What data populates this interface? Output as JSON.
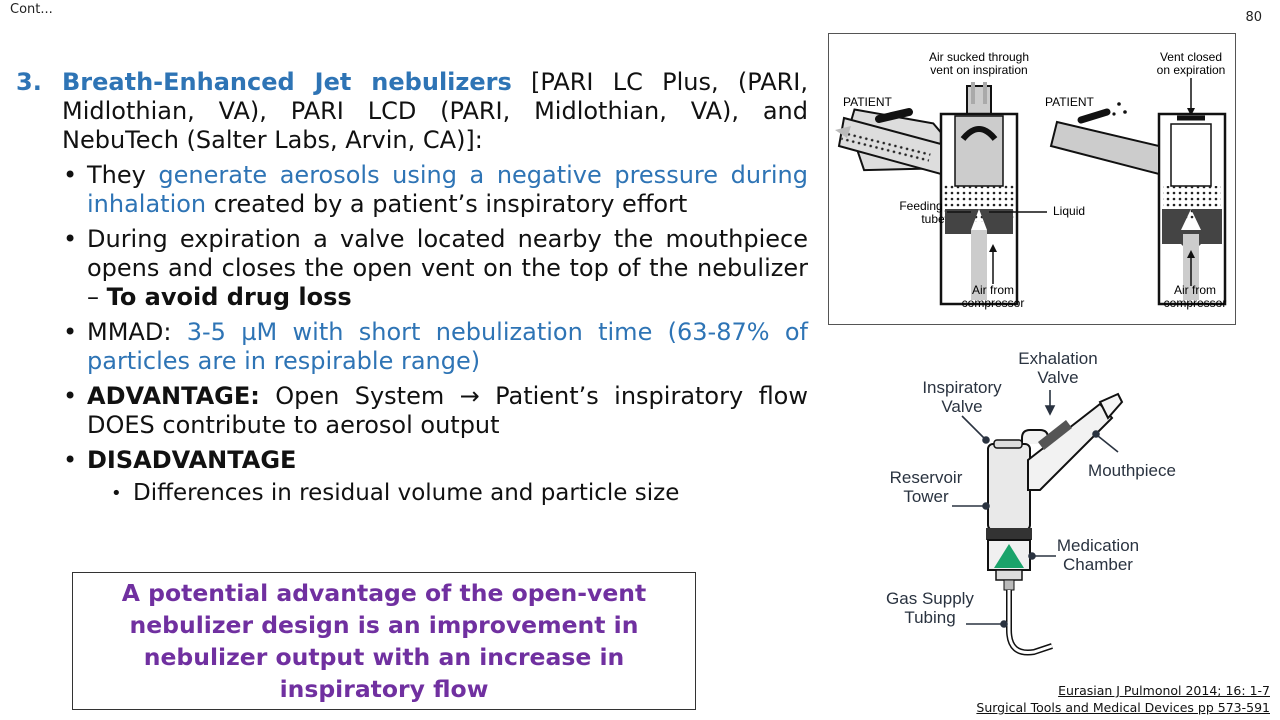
{
  "header": {
    "cont": "Cont...",
    "page_number": "80"
  },
  "item": {
    "number": "3.",
    "title": "Breath-Enhanced Jet nebulizers",
    "title_rest": " [PARI LC Plus, (PARI, Midlothian, VA), PARI LCD (PARI, Midlothian, VA), and NebuTech (Salter Labs, Arvin, CA)]:"
  },
  "bullets": {
    "b1_pre": "They ",
    "b1_blue": "generate aerosols using a negative pressure during inhalation",
    "b1_post": " created by a patient’s inspiratory effort",
    "b2_pre": "During expiration a valve located nearby the mouthpiece opens and closes the open vent on the top of the nebulizer – ",
    "b2_bold": "To avoid drug loss",
    "b3_pre": "MMAD: ",
    "b3_blue": "3-5 µM with short nebulization time (63-87% of particles are in respirable range)",
    "b4_bold": "ADVANTAGE:",
    "b4_post": " Open System → Patient’s inspiratory flow DOES contribute to aerosol output",
    "b5_bold": "DISADVANTAGE",
    "b5_sub": "Differences in residual volume and particle size"
  },
  "callout": "A potential advantage of the open-vent nebulizer design is an improvement in nebulizer output with an increase in inspiratory flow",
  "figure1": {
    "air_sucked": "Air sucked through",
    "vent_on_insp": "vent on inspiration",
    "vent_closed": "Vent closed",
    "on_expiration": "on expiration",
    "patient_left": "PATIENT",
    "patient_right": "PATIENT",
    "feeding": "Feeding",
    "tube": "tube",
    "liquid": "Liquid",
    "air_from_1": "Air from",
    "compressor_1": "compressor",
    "air_from_2": "Air from",
    "compressor_2": "compressor"
  },
  "figure2": {
    "exhalation": "Exhalation",
    "valve_exh": "Valve",
    "inspiratory": "Inspiratory",
    "valve_insp": "Valve",
    "mouthpiece": "Mouthpiece",
    "reservoir": "Reservoir",
    "tower": "Tower",
    "medication": "Medication",
    "chamber": "Chamber",
    "gas_supply": "Gas Supply",
    "tubing": "Tubing"
  },
  "references": [
    "Eurasian J Pulmonol 2014; 16: 1-7",
    "Surgical Tools and Medical Devices pp 573-591"
  ]
}
